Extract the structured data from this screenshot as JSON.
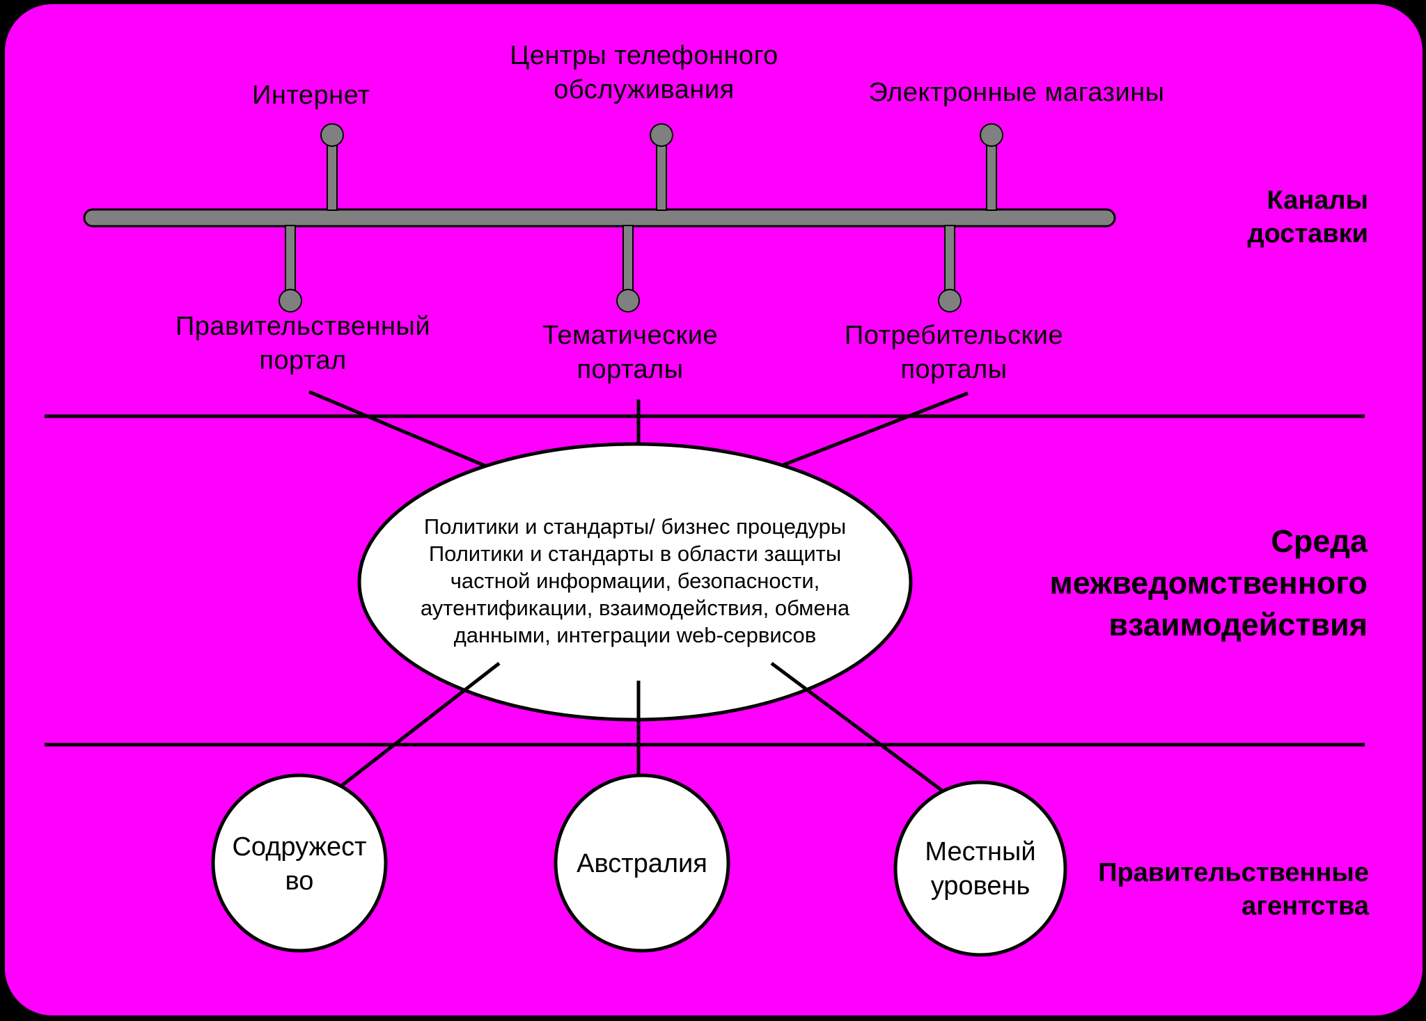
{
  "colors": {
    "background": "#ff00ff",
    "frame_border": "#000000",
    "bus": "#808080",
    "node_fill": "#ffffff"
  },
  "delivery_channels": {
    "top": [
      {
        "id": "internet",
        "lines": [
          "Интернет"
        ]
      },
      {
        "id": "call-centers",
        "lines": [
          "Центры телефонного",
          "обслуживания"
        ]
      },
      {
        "id": "e-shops",
        "lines": [
          "Электронные магазины"
        ]
      }
    ],
    "bottom": [
      {
        "id": "gov-portal",
        "lines": [
          "Правительственный",
          "портал"
        ]
      },
      {
        "id": "thematic-portals",
        "lines": [
          "Тематические",
          "порталы"
        ]
      },
      {
        "id": "consumer-portals",
        "lines": [
          "Потребительские",
          "порталы"
        ]
      }
    ]
  },
  "center": {
    "lines": [
      "Политики и стандарты/ бизнес процедуры",
      "Политики и стандарты в области защиты",
      "частной информации, безопасности,",
      "аутентификации, взаимодействия, обмена",
      "данными, интеграции web-сервисов"
    ]
  },
  "agencies": [
    {
      "id": "commonwealth",
      "lines": [
        "Содружест",
        "во"
      ]
    },
    {
      "id": "australia",
      "lines": [
        "Австралия"
      ]
    },
    {
      "id": "local-level",
      "lines": [
        "Местный",
        "уровень"
      ]
    }
  ],
  "layers": {
    "delivery": [
      "Каналы",
      "доставки"
    ],
    "interagency": [
      "Среда",
      "межведомственного",
      "взаимодействия"
    ],
    "agencies": [
      "Правительственные",
      "агентства"
    ]
  }
}
